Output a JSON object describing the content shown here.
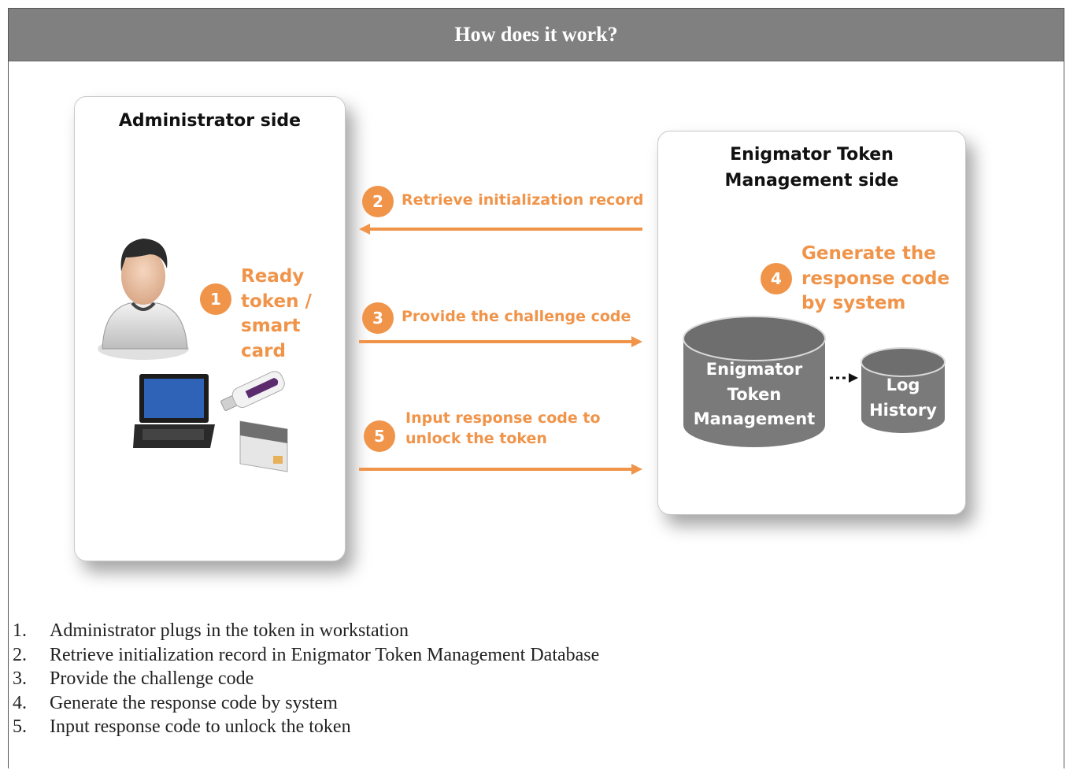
{
  "header": {
    "title": "How does it work?"
  },
  "admin_panel": {
    "title": "Administrator side"
  },
  "tm_panel": {
    "title": "Enigmator Token\nManagement side"
  },
  "steps": [
    {
      "number": "1",
      "text": "Ready\ntoken /\nsmart\ncard"
    },
    {
      "number": "2",
      "text": "Retrieve initialization record"
    },
    {
      "number": "3",
      "text": "Provide the challenge code"
    },
    {
      "number": "4",
      "text": "Generate the\nresponse code\nby system"
    },
    {
      "number": "5",
      "text": "Input response code to\nunlock the token"
    }
  ],
  "databases": {
    "main": "Enigmator\nToken\nManagement",
    "log": "Log\nHistory"
  },
  "list": [
    {
      "number": "1.",
      "text": "Administrator plugs in the token in workstation"
    },
    {
      "number": "2.",
      "text": "Retrieve initialization record in Enigmator Token Management Database"
    },
    {
      "number": "3.",
      "text": "Provide the challenge code"
    },
    {
      "number": "4.",
      "text": "Generate the response code by system"
    },
    {
      "number": "5.",
      "text": "Input response code to unlock the token"
    }
  ],
  "colors": {
    "accent": "#f0944a",
    "header_bg": "#808080",
    "cylinder": "#7a7a7a"
  }
}
